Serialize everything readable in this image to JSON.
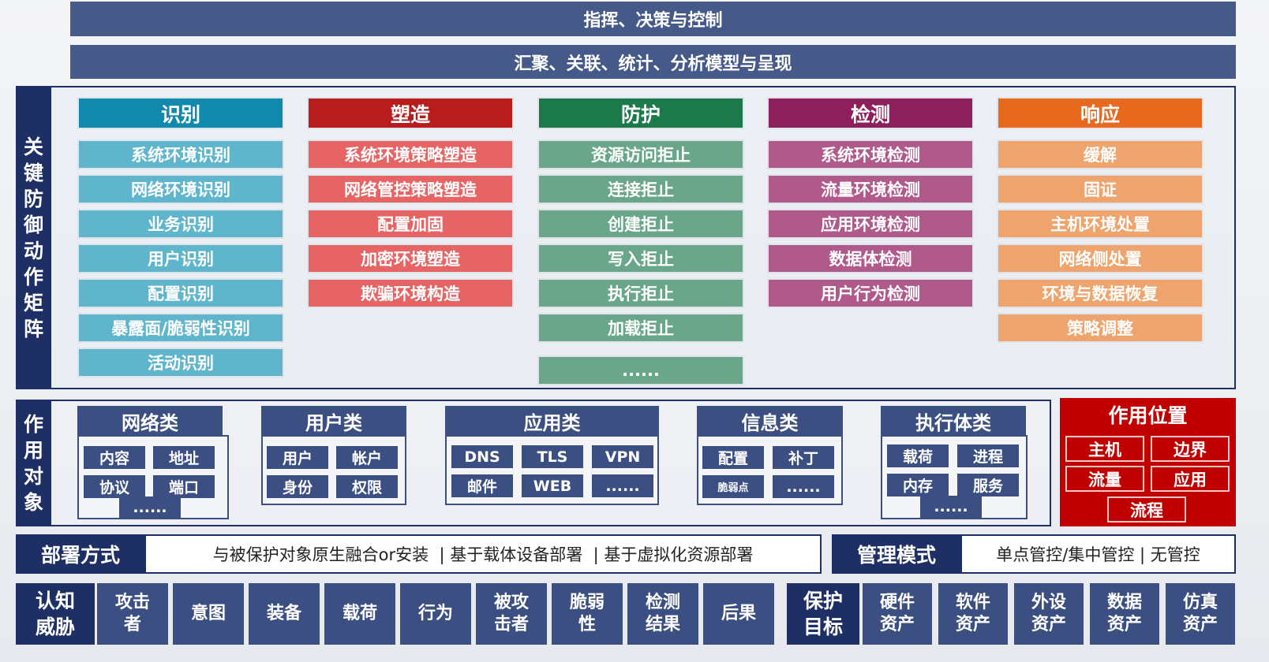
{
  "top": {
    "bar1": "指挥、决策与控制",
    "bar2": "汇聚、关联、统计、分析模型与呈现"
  },
  "matrix": {
    "side_label": [
      "关",
      "键",
      "防",
      "御",
      "动",
      "作",
      "矩",
      "阵"
    ],
    "columns": [
      {
        "title": "识别",
        "header_color": "#0f89ac",
        "cell_color": "#5fb5cc",
        "items": [
          "系统环境识别",
          "网络环境识别",
          "业务识别",
          "用户识别",
          "配置识别",
          "暴露面/脆弱性识别",
          "活动识别"
        ]
      },
      {
        "title": "塑造",
        "header_color": "#b81c1c",
        "cell_color": "#e76464",
        "items": [
          "系统环境策略塑造",
          "网络管控策略塑造",
          "配置加固",
          "加密环境塑造",
          "欺骗环境构造"
        ]
      },
      {
        "title": "防护",
        "header_color": "#1a7a4a",
        "cell_color": "#6aa78a",
        "items": [
          "资源访问拒止",
          "连接拒止",
          "创建拒止",
          "写入拒止",
          "执行拒止",
          "加载拒止",
          "......"
        ]
      },
      {
        "title": "检测",
        "header_color": "#8c1f5c",
        "cell_color": "#b05a8c",
        "items": [
          "系统环境检测",
          "流量环境检测",
          "应用环境检测",
          "数据体检测",
          "用户行为检测"
        ]
      },
      {
        "title": "响应",
        "header_color": "#e8681e",
        "cell_color": "#f0a46d",
        "items": [
          "缓解",
          "固证",
          "主机环境处置",
          "网络侧处置",
          "环境与数据恢复",
          "策略调整"
        ]
      }
    ]
  },
  "objects": {
    "side_label": [
      "作",
      "用",
      "对",
      "象"
    ],
    "groups": [
      {
        "title": "网络类",
        "chips": [
          "内容",
          "地址",
          "协议",
          "端口",
          "......"
        ]
      },
      {
        "title": "用户类",
        "chips": [
          "用户",
          "帐户",
          "身份",
          "权限"
        ]
      },
      {
        "title": "应用类",
        "chips": [
          "DNS",
          "TLS",
          "VPN",
          "邮件",
          "WEB",
          "......"
        ]
      },
      {
        "title": "信息类",
        "chips": [
          "配置",
          "补丁",
          "脆弱点",
          "......"
        ]
      },
      {
        "title": "执行体类",
        "chips": [
          "载荷",
          "进程",
          "内存",
          "服务",
          "......"
        ]
      }
    ],
    "position": {
      "title": "作用位置",
      "chips": [
        "主机",
        "边界",
        "流量",
        "应用",
        "流程"
      ]
    }
  },
  "deploy": {
    "label": "部署方式",
    "text": "与被保护对象原生融合or安装  | 基于载体设备部署  | 基于虚拟化资源部署"
  },
  "manage": {
    "label": "管理模式",
    "text": "单点管控/集中管控 | 无管控"
  },
  "cognize": {
    "label": "认知\n威胁",
    "items": [
      "攻击\n者",
      "意图",
      "装备",
      "载荷",
      "行为",
      "被攻\n击者",
      "脆弱\n性",
      "检测\n结果",
      "后果"
    ]
  },
  "protect": {
    "label": "保护\n目标",
    "items": [
      "硬件\n资产",
      "软件\n资产",
      "外设\n资产",
      "数据\n资产",
      "仿真\n资产"
    ]
  }
}
